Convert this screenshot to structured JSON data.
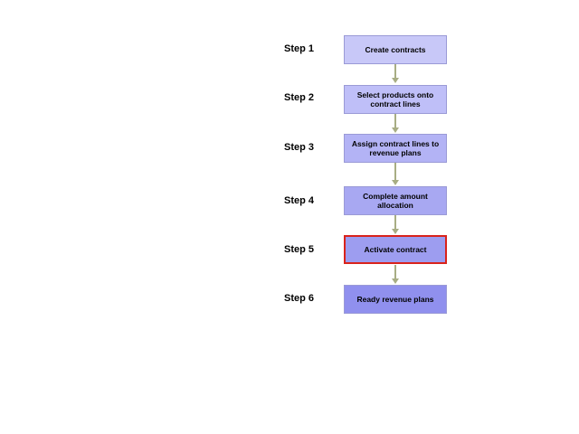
{
  "steps": [
    {
      "label": "Step 1",
      "text": "Create contracts",
      "fill": "#c8c8f8",
      "highlighted": false
    },
    {
      "label": "Step 2",
      "text": "Select products onto contract lines",
      "fill": "#bfbff8",
      "highlighted": false
    },
    {
      "label": "Step 3",
      "text": "Assign contract lines to revenue plans",
      "fill": "#b3b3f5",
      "highlighted": false
    },
    {
      "label": "Step 4",
      "text": "Complete amount allocation",
      "fill": "#a8a8f2",
      "highlighted": false
    },
    {
      "label": "Step 5",
      "text": "Activate contract",
      "fill": "#9d9df0",
      "highlighted": true
    },
    {
      "label": "Step 6",
      "text": "Ready revenue plans",
      "fill": "#9090ee",
      "highlighted": false
    }
  ],
  "colors": {
    "highlight_border": "#d9231c",
    "connector": "#a8ad84"
  }
}
